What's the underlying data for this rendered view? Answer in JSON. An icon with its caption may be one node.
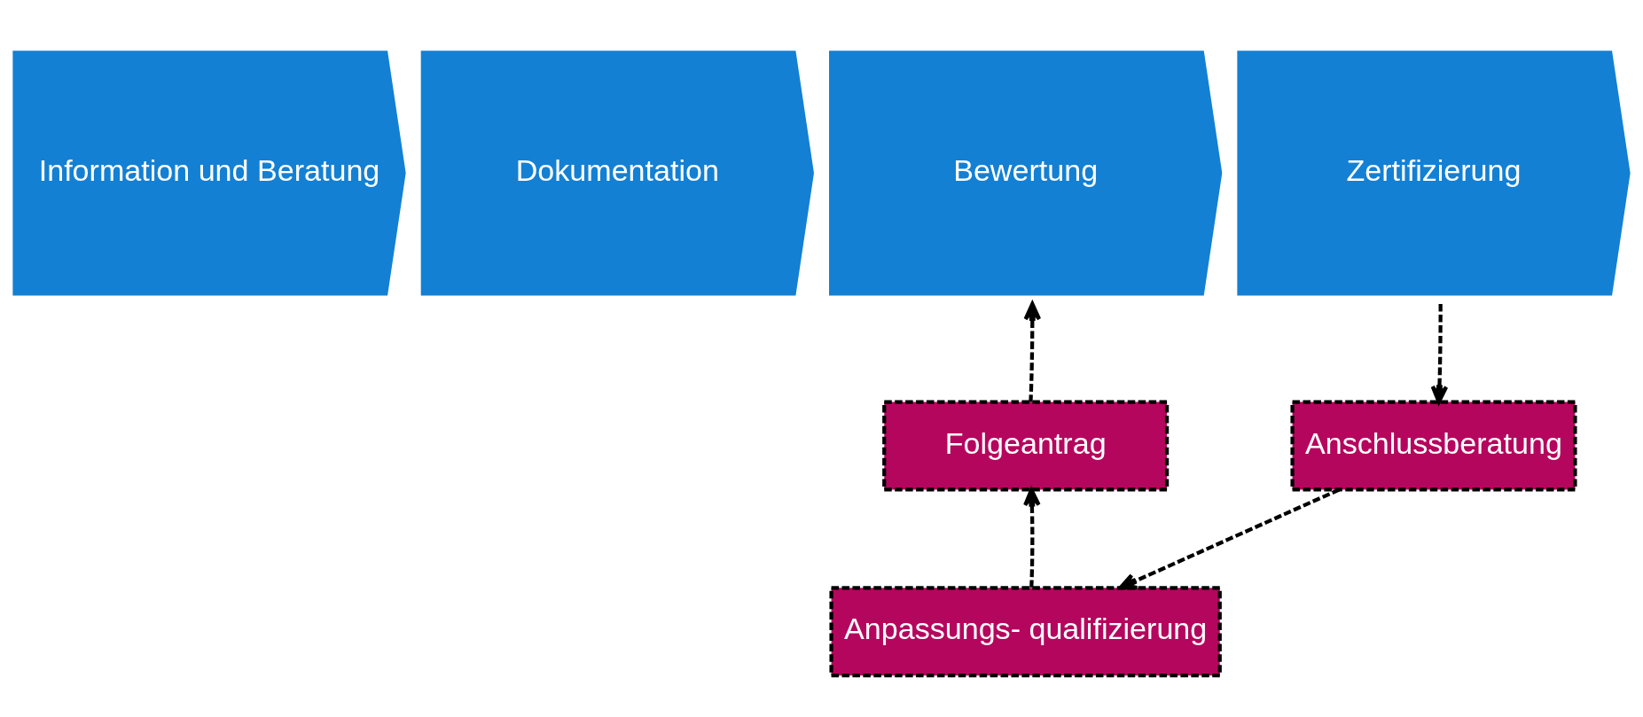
{
  "diagram": {
    "nodes": [
      {
        "text": [
          "Information und Beratung"
        ]
      },
      {
        "text": [
          "Dokumentation"
        ]
      },
      {
        "text": [
          "Bewertung"
        ]
      },
      {
        "text": [
          "Zertifizierung"
        ]
      },
      {
        "text": [
          "Folgeantrag"
        ]
      },
      {
        "text": [
          "Anschlussberatung"
        ]
      },
      {
        "text": [
          "Anpassungs- qualifizierung"
        ]
      }
    ],
    "edges": [
      {
        "from": 4,
        "to": 2,
        "arrow": "to",
        "style": "dashed"
      },
      {
        "from": 3,
        "to": 5,
        "arrow": "to",
        "style": "dashed"
      },
      {
        "from": 5,
        "to": 6,
        "arrow": "to",
        "style": "dashed"
      },
      {
        "from": 6,
        "to": 4,
        "arrow": "to",
        "style": "dashed"
      }
    ]
  }
}
